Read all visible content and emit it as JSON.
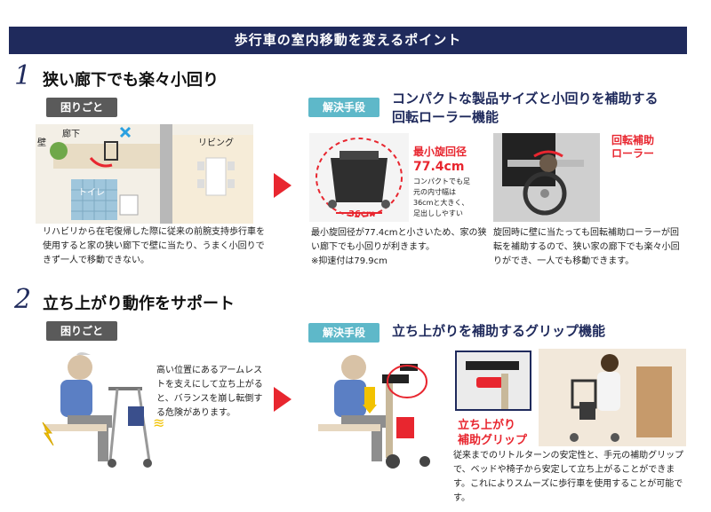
{
  "header": {
    "title": "歩行車の室内移動を変えるポイント"
  },
  "section1": {
    "number": "1",
    "title": "狭い廊下でも楽々小回り",
    "problem_tag": "困りごと",
    "floorplan": {
      "label_wall": "壁",
      "label_corridor": "廊下",
      "label_living": "リビング",
      "label_toilet": "トイレ"
    },
    "problem_text": "リハビリから在宅復帰した際に従来の前腕支持歩行車を使用すると家の狭い廊下で壁に当たり、うまく小回りできず一人で移動できない。",
    "solution_tag": "解決手段",
    "solution_heading_1": "コンパクトな製品サイズと小回りを補助する",
    "solution_heading_2": "回転ローラー機能",
    "turning": {
      "label": "最小旋回径",
      "value": "77.4cm",
      "note": "コンパクトでも足元の内寸幅は36cmと大きく、足出ししやすい",
      "width_label": "36cm"
    },
    "roller_label_1": "回転補助",
    "roller_label_2": "ローラー",
    "caption_left": "最小旋回径が77.4cmと小さいため、家の狭い廊下でも小回りが利きます。",
    "caption_left_note": "※抑速付は79.9cm",
    "caption_right": "旋回時に壁に当たっても回転補助ローラーが回転を補助するので、狭い家の廊下でも楽々小回りができ、一人でも移動できます。"
  },
  "section2": {
    "number": "2",
    "title": "立ち上がり動作をサポート",
    "problem_tag": "困りごと",
    "problem_text": "高い位置にあるアームレストを支えにして立ち上がると、バランスを崩し転倒する危険があります。",
    "solution_tag": "解決手段",
    "solution_heading": "立ち上がりを補助するグリップ機能",
    "grip_label_1": "立ち上がり",
    "grip_label_2": "補助グリップ",
    "caption": "従来までのリトルターンの安定性と、手元の補助グリップで、ベッドや椅子から安定して立ち上がることができます。これによりスムーズに歩行車を使用することが可能です。"
  },
  "colors": {
    "navy": "#1f2a5c",
    "teal": "#5eb8c9",
    "red": "#e8262f",
    "gray": "#5a5a5a"
  }
}
